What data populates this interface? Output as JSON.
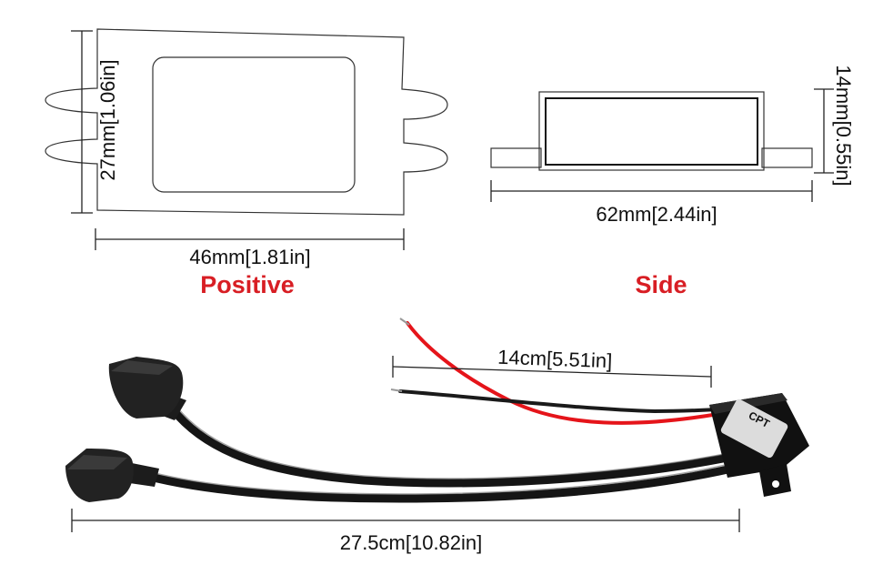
{
  "positive_view": {
    "title": "Positive",
    "width_label": "46mm[1.81in]",
    "height_label": "27mm[1.06in]"
  },
  "side_view": {
    "title": "Side",
    "width_label": "62mm[2.44in]",
    "height_label": "14mm[0.55in]"
  },
  "product_photo": {
    "wire_length_label": "14cm[5.51in]",
    "total_length_label": "27.5cm[10.82in]",
    "module_brand": "CPT"
  },
  "colors": {
    "title": "#d81e24",
    "red_wire": "#e5141a",
    "black_wire": "#1a1a1a",
    "cable": "#151515"
  }
}
